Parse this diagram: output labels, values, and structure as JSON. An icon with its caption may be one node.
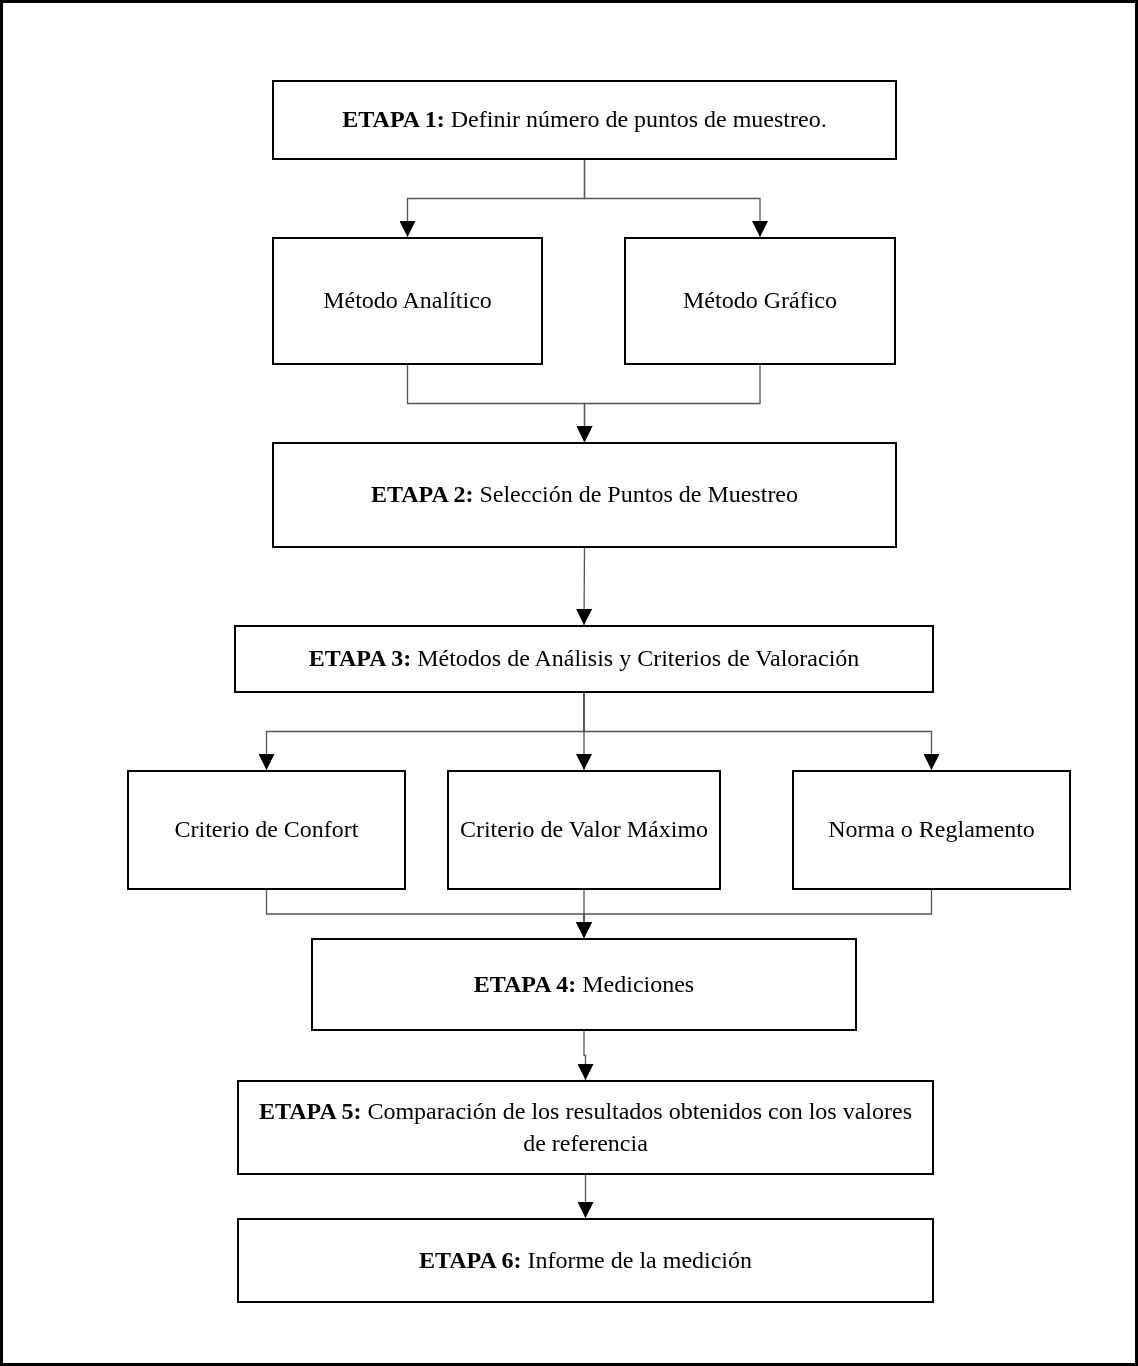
{
  "diagram": {
    "nodes": [
      {
        "text": [
          "**ETAPA 1:** Definir número de puntos de muestreo."
        ]
      },
      {
        "text": [
          "Método Analítico"
        ]
      },
      {
        "text": [
          "Método Gráfico"
        ]
      },
      {
        "text": [
          "**ETAPA 2:** Selección de Puntos de Muestreo"
        ]
      },
      {
        "text": [
          "**ETAPA 3:** Métodos de Análisis y Criterios de Valoración"
        ]
      },
      {
        "text": [
          "Criterio de Confort"
        ]
      },
      {
        "text": [
          "Criterio de Valor Máximo"
        ]
      },
      {
        "text": [
          "Norma o Reglamento"
        ]
      },
      {
        "text": [
          "**ETAPA 4:** Mediciones"
        ]
      },
      {
        "text": [
          "**ETAPA 5:** Comparación de los resultados obtenidos con los valores de referencia"
        ]
      },
      {
        "text": [
          "**ETAPA 6:** Informe de la medición"
        ]
      }
    ],
    "edges": [
      {
        "from": 0,
        "to": 1,
        "arrow": "to"
      },
      {
        "from": 0,
        "to": 2,
        "arrow": "to"
      },
      {
        "from": 1,
        "to": 3,
        "arrow": "to"
      },
      {
        "from": 2,
        "to": 3,
        "arrow": "to"
      },
      {
        "from": 3,
        "to": 4,
        "arrow": "to"
      },
      {
        "from": 4,
        "to": 5,
        "arrow": "to"
      },
      {
        "from": 4,
        "to": 6,
        "arrow": "to"
      },
      {
        "from": 4,
        "to": 7,
        "arrow": "to"
      },
      {
        "from": 5,
        "to": 8,
        "arrow": "to"
      },
      {
        "from": 6,
        "to": 8,
        "arrow": "to"
      },
      {
        "from": 7,
        "to": 8,
        "arrow": "to"
      },
      {
        "from": 8,
        "to": 9,
        "arrow": "to"
      },
      {
        "from": 9,
        "to": 10,
        "arrow": "to"
      }
    ]
  }
}
